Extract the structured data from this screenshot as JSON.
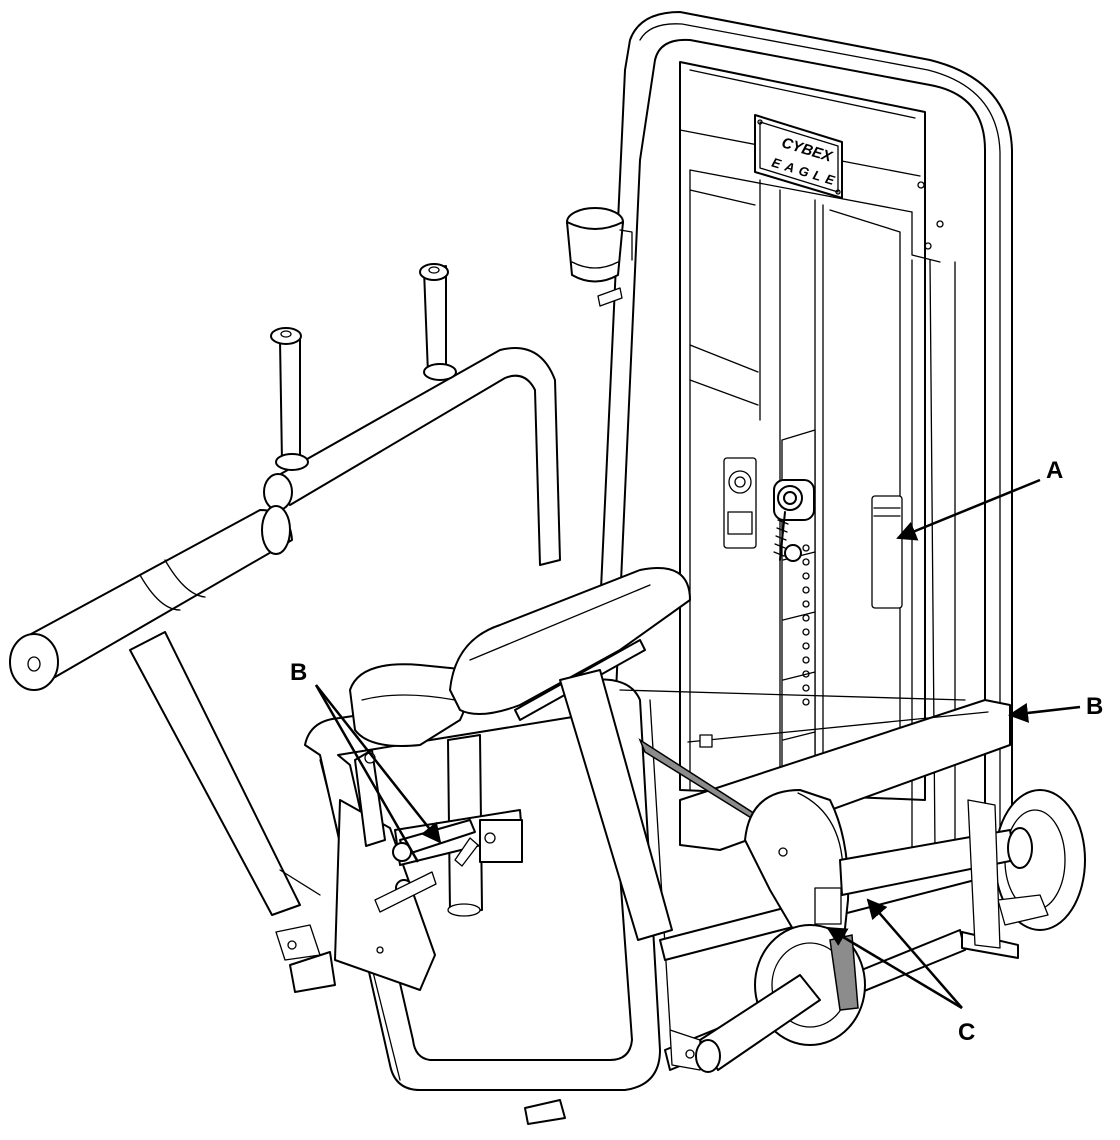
{
  "brand": {
    "logo_line1": "CYBEX",
    "logo_line2": "EAGLE"
  },
  "callouts": [
    {
      "id": "A",
      "label": "A"
    },
    {
      "id": "B-left",
      "label": "B"
    },
    {
      "id": "B-right",
      "label": "B"
    },
    {
      "id": "C",
      "label": "C"
    }
  ],
  "icons": {
    "arrowhead": "arrowhead-icon",
    "dial": "dial-icon"
  }
}
